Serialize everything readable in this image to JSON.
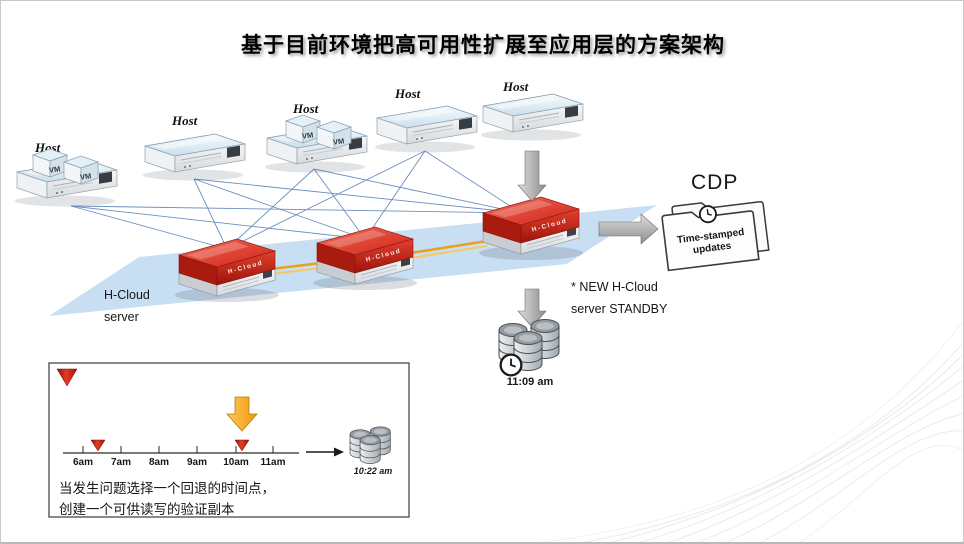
{
  "title": "基于目前环境把高可用性扩展至应用层的方案架构",
  "hosts": [
    {
      "label": "Host"
    },
    {
      "label": "Host"
    },
    {
      "label": "Host"
    },
    {
      "label": "Host"
    },
    {
      "label": "Host"
    }
  ],
  "vm_label": "VM",
  "servers": [
    {
      "label": "H-Cloud"
    },
    {
      "label": "H-Cloud"
    },
    {
      "label": "H-Cloud"
    }
  ],
  "cdp": {
    "label": "CDP",
    "folder_line1": "Time-stamped",
    "folder_line2": "updates"
  },
  "left_label": {
    "line1": "H-Cloud",
    "line2": "server"
  },
  "standby": {
    "line1": "* NEW H-Cloud",
    "line2": "server STANDBY"
  },
  "main_db": {
    "time": "11:09 am"
  },
  "timeline": {
    "ticks": [
      "6am",
      "7am",
      "8am",
      "9am",
      "10am",
      "11am"
    ],
    "db_time": "10:22 am",
    "caption1": "当发生问题选择一个回退的时间点，",
    "caption2": "创建一个可供读写的验证副本"
  },
  "colors": {
    "accent_red": "#cc2414",
    "platform_blue": "#c5dcf2",
    "accent_orange": "#f5a623",
    "line_blue": "#5b84b8"
  }
}
